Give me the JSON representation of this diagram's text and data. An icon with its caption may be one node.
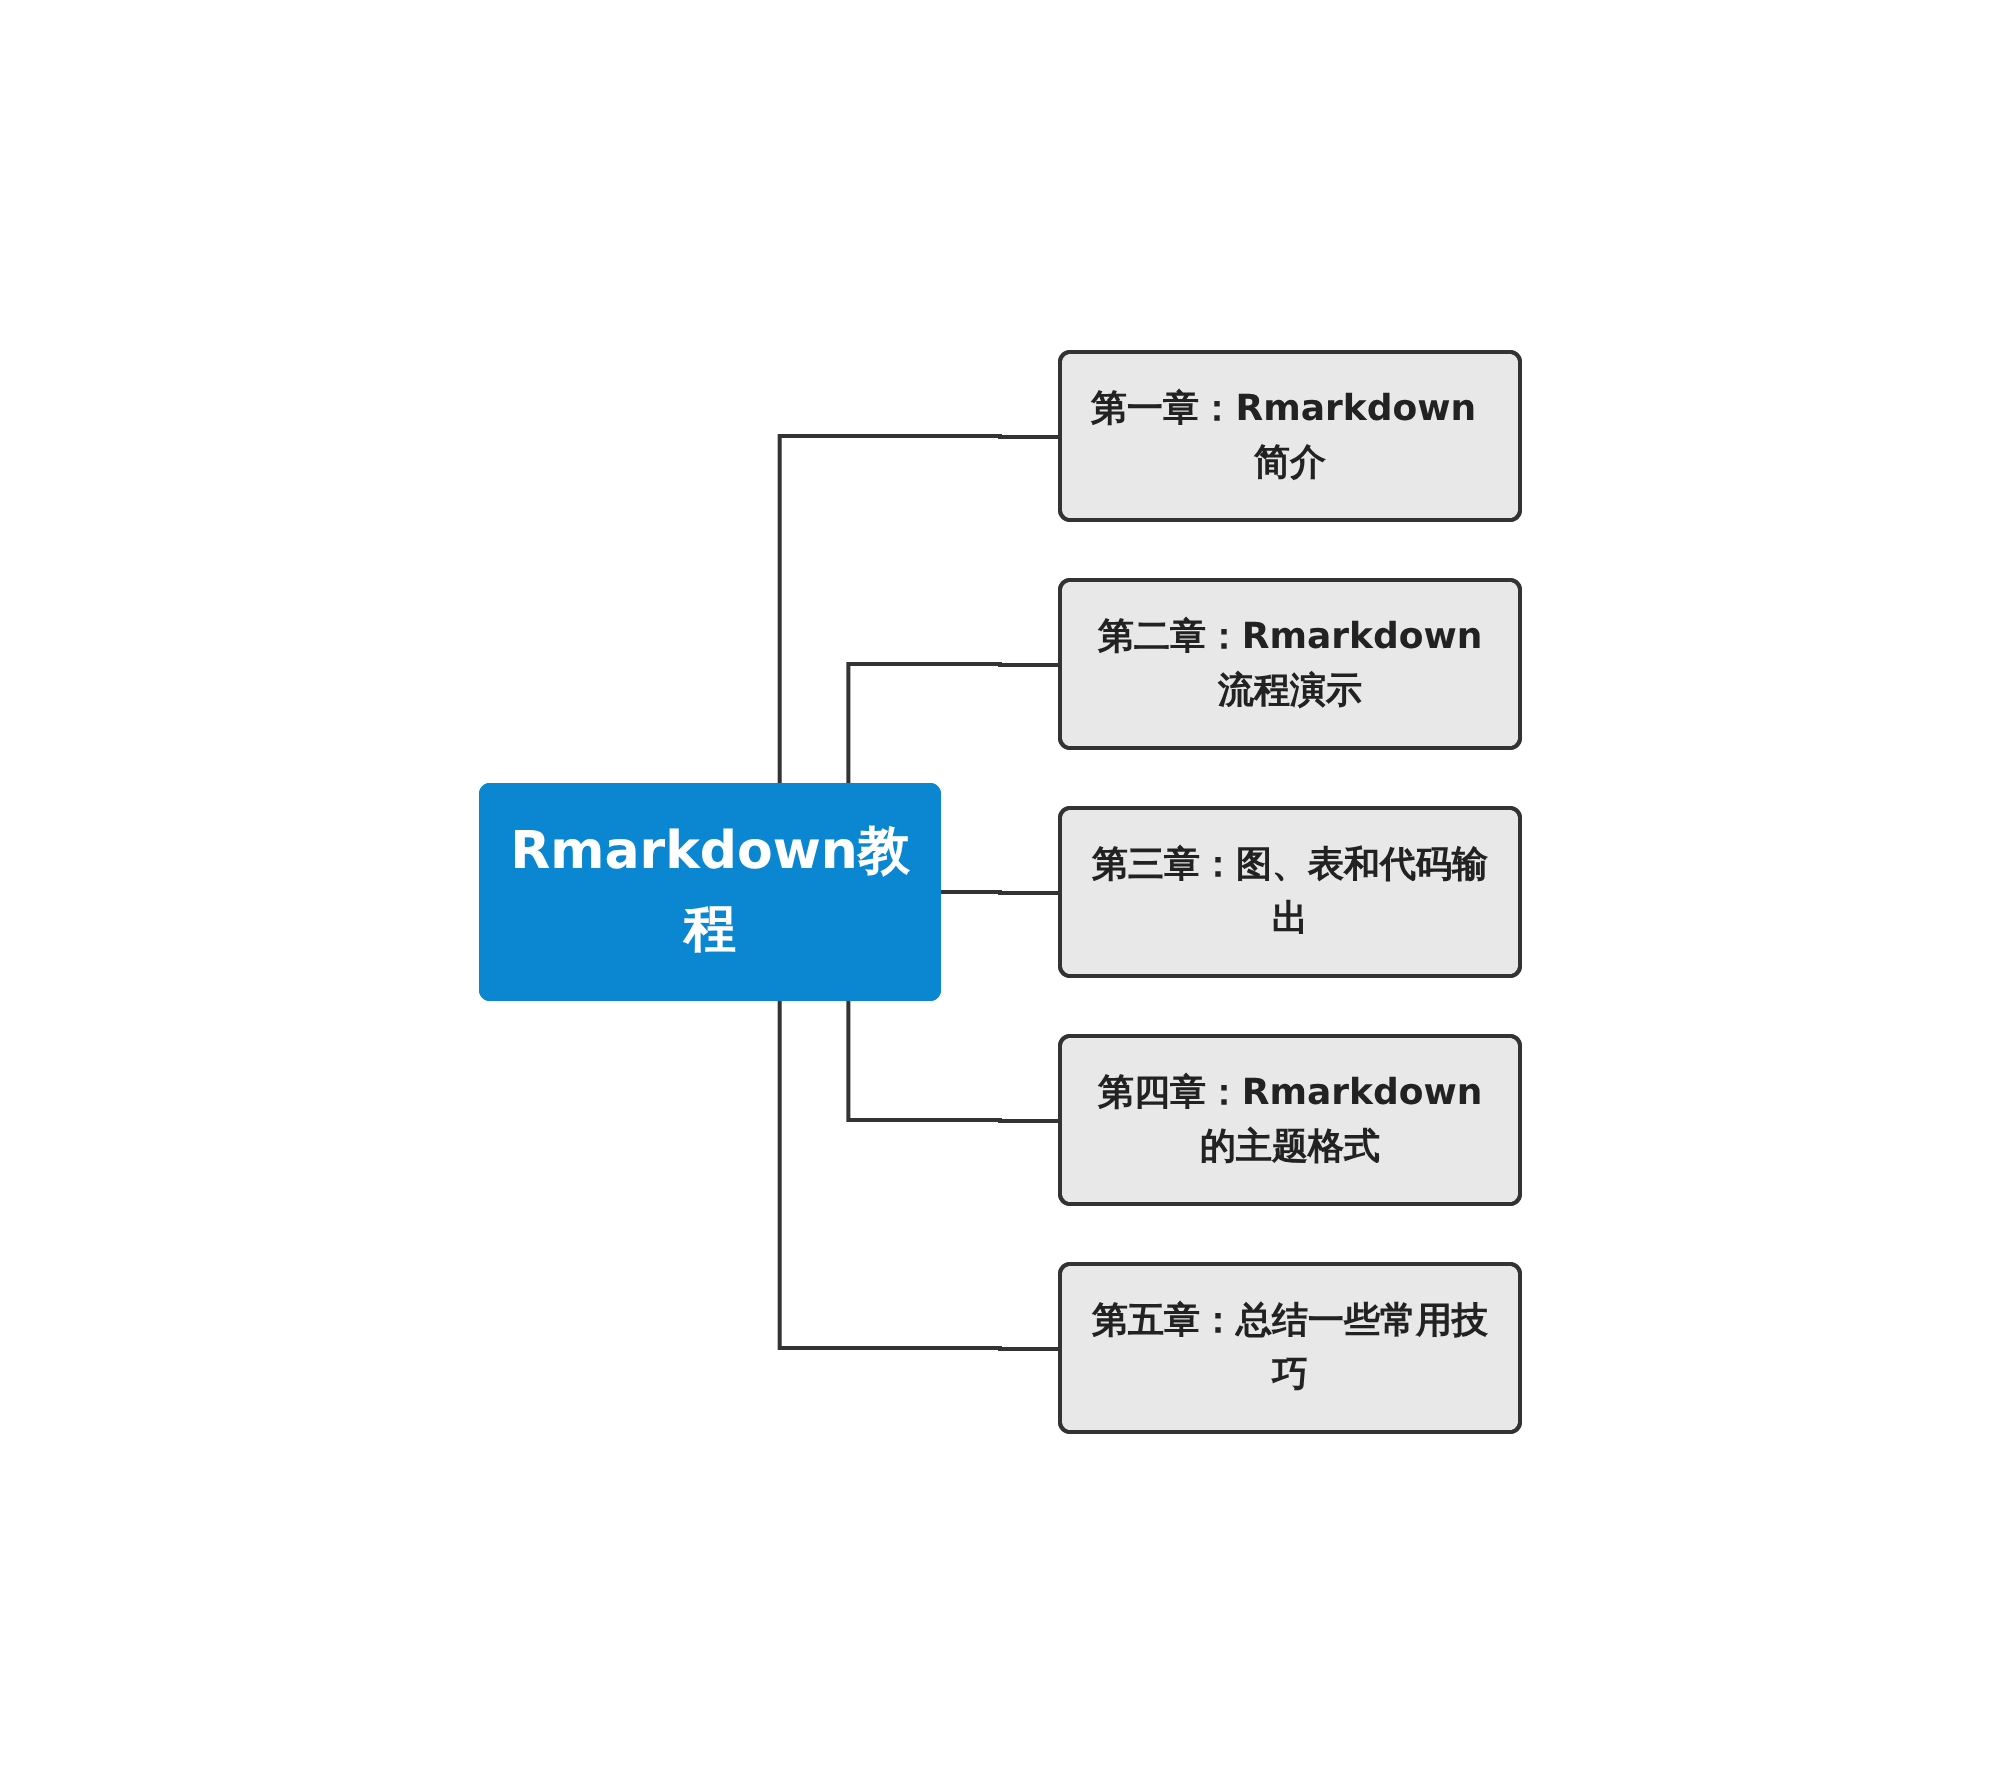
{
  "diagram": {
    "nodes": [
      {
        "text": [
          "Rmarkdown教程"
        ]
      },
      {
        "text": [
          "第一章：Rmarkdown 简介"
        ]
      },
      {
        "text": [
          "第二章：Rmarkdown流程演示"
        ]
      },
      {
        "text": [
          "第三章：图、表和代码输出"
        ]
      },
      {
        "text": [
          "第四章：Rmarkdown的主题格式"
        ]
      },
      {
        "text": [
          "第五章：总结一些常用技巧"
        ]
      }
    ],
    "edges": [
      {
        "from": 0,
        "to": 1,
        "arrow": "none"
      },
      {
        "from": 0,
        "to": 2,
        "arrow": "none"
      },
      {
        "from": 0,
        "to": 3,
        "arrow": "none"
      },
      {
        "from": 0,
        "to": 4,
        "arrow": "none"
      },
      {
        "from": 0,
        "to": 5,
        "arrow": "none"
      }
    ]
  }
}
